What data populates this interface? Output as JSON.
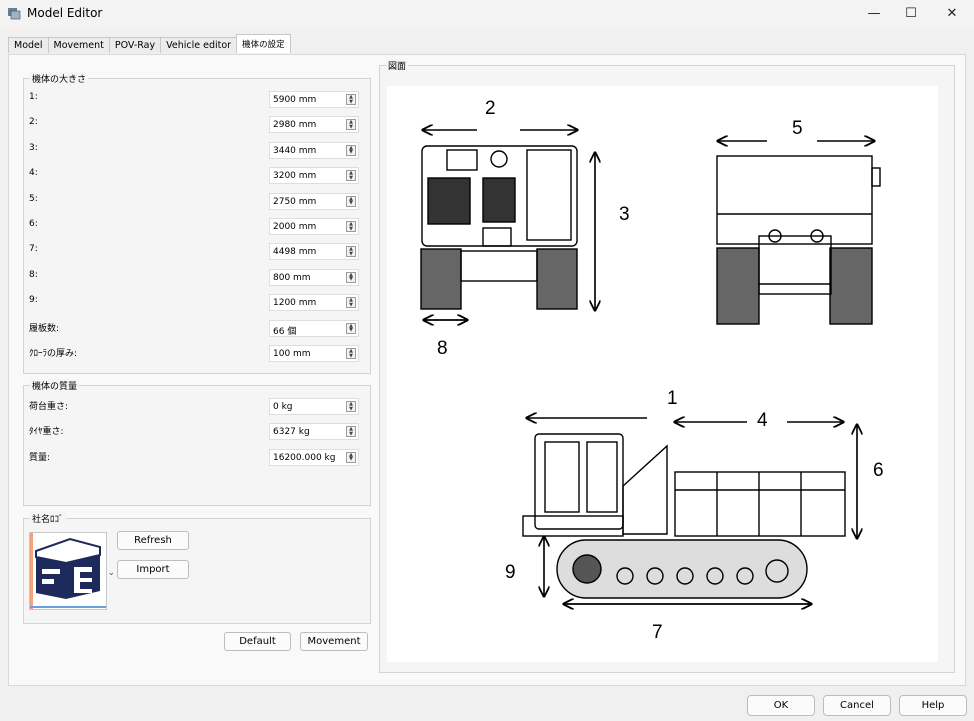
{
  "window": {
    "title": "Model Editor",
    "minimize_glyph": "—",
    "maximize_glyph": "☐",
    "close_glyph": "✕"
  },
  "tabs": [
    {
      "label": "Model"
    },
    {
      "label": "Movement"
    },
    {
      "label": "POV-Ray"
    },
    {
      "label": "Vehicle editor"
    },
    {
      "label": "機体の設定",
      "active": true
    }
  ],
  "dimensions_group": {
    "title": "機体の大きさ",
    "rows": [
      {
        "label": "1:",
        "value": "5900 mm"
      },
      {
        "label": "2:",
        "value": "2980 mm"
      },
      {
        "label": "3:",
        "value": "3440 mm"
      },
      {
        "label": "4:",
        "value": "3200 mm"
      },
      {
        "label": "5:",
        "value": "2750 mm"
      },
      {
        "label": "6:",
        "value": "2000 mm"
      },
      {
        "label": "7:",
        "value": "4498 mm"
      },
      {
        "label": "8:",
        "value": "800 mm"
      },
      {
        "label": "9:",
        "value": "1200 mm"
      },
      {
        "label": "履板数:",
        "value": "66 個"
      },
      {
        "label": "ｸﾛｰﾗの厚み:",
        "value": "100 mm"
      }
    ]
  },
  "weight_group": {
    "title": "機体の質量",
    "rows": [
      {
        "label": "荷台重さ:",
        "value": "0 kg"
      },
      {
        "label": "ﾀｲﾔ重さ:",
        "value": "6327 kg"
      },
      {
        "label": "質量:",
        "value": "16200.000 kg"
      }
    ]
  },
  "logo_group": {
    "title": "社名ﾛｺﾞ",
    "refresh_label": "Refresh",
    "import_label": "Import",
    "logo_text": "FB"
  },
  "actions": {
    "default_label": "Default",
    "movement_label": "Movement"
  },
  "drawing_group": {
    "title": "図面",
    "dimension_numbers": [
      "1",
      "2",
      "3",
      "4",
      "5",
      "6",
      "7",
      "8",
      "9"
    ]
  },
  "dialog_buttons": {
    "ok": "OK",
    "cancel": "Cancel",
    "help": "Help"
  },
  "colors": {
    "logo_navy": "#1f2a5c",
    "logo_bg": "#ffffff",
    "window_bg": "#f0f0f0"
  }
}
